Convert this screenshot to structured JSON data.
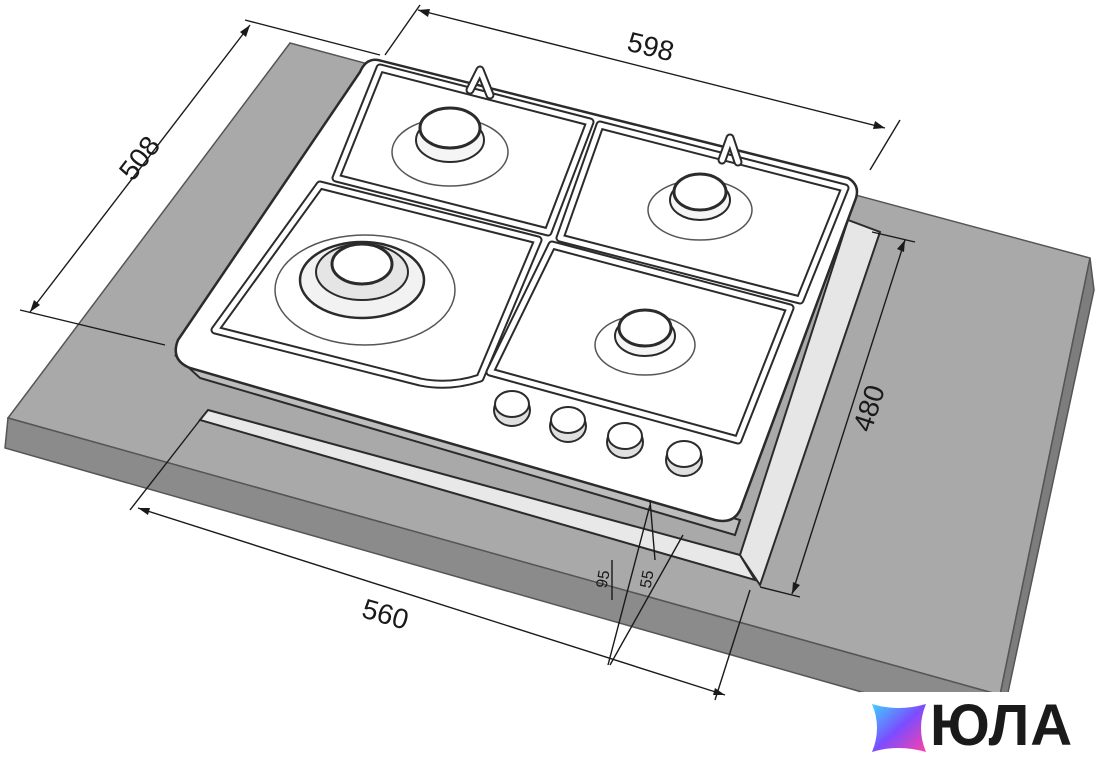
{
  "diagram": {
    "dimensions": {
      "hob_width": "598",
      "hob_depth": "508",
      "cutout_width": "560",
      "cutout_depth": "480",
      "front_offset": "95",
      "front_edge": "55"
    }
  },
  "brand": {
    "logo_text": "ЮЛА",
    "colors": {
      "gradient_start": "#3fd0ff",
      "gradient_mid": "#7b4dff",
      "gradient_end": "#ff3fa8"
    }
  },
  "colors": {
    "countertop_top": "#a9a9a9",
    "countertop_front": "#8a8a8a",
    "hob_surface": "#ffffff",
    "outline": "#2b2b2b"
  }
}
